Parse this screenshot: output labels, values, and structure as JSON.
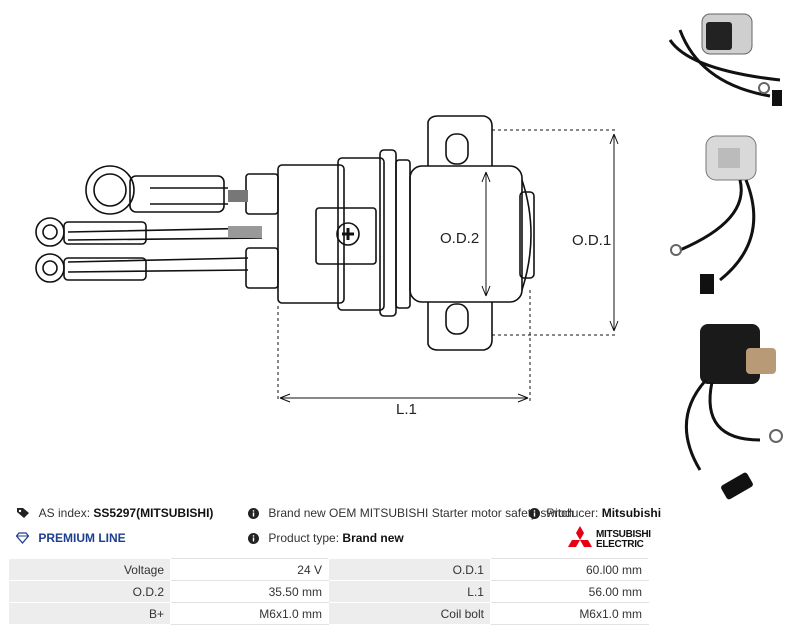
{
  "drawing": {
    "labels": {
      "od1": "O.D.1",
      "od2": "O.D.2",
      "l1": "L.1"
    }
  },
  "info": {
    "as_index_label": "AS index:",
    "as_index_value": "SS5297(MITSUBISHI)",
    "premium_line": "PREMIUM LINE",
    "description": "Brand new OEM MITSUBISHI Starter motor safety switch",
    "product_type_label": "Product type:",
    "product_type_value": "Brand new",
    "producer_label": "Producer:",
    "producer_value": "Mitsubishi",
    "logo_line1": "MITSUBISHI",
    "logo_line2": "ELECTRIC"
  },
  "specs": [
    {
      "l1": "Voltage",
      "v1": "24 V",
      "l2": "O.D.1",
      "v2": "60.l00 mm"
    },
    {
      "l1": "O.D.2",
      "v1": "35.50 mm",
      "l2": "L.1",
      "v2": "56.00 mm"
    },
    {
      "l1": "B+",
      "v1": "M6x1.0 mm",
      "l2": "Coil bolt",
      "v2": "M6x1.0 mm"
    }
  ],
  "colors": {
    "premium": "#1d3f8f",
    "logo_red": "#e60012"
  }
}
